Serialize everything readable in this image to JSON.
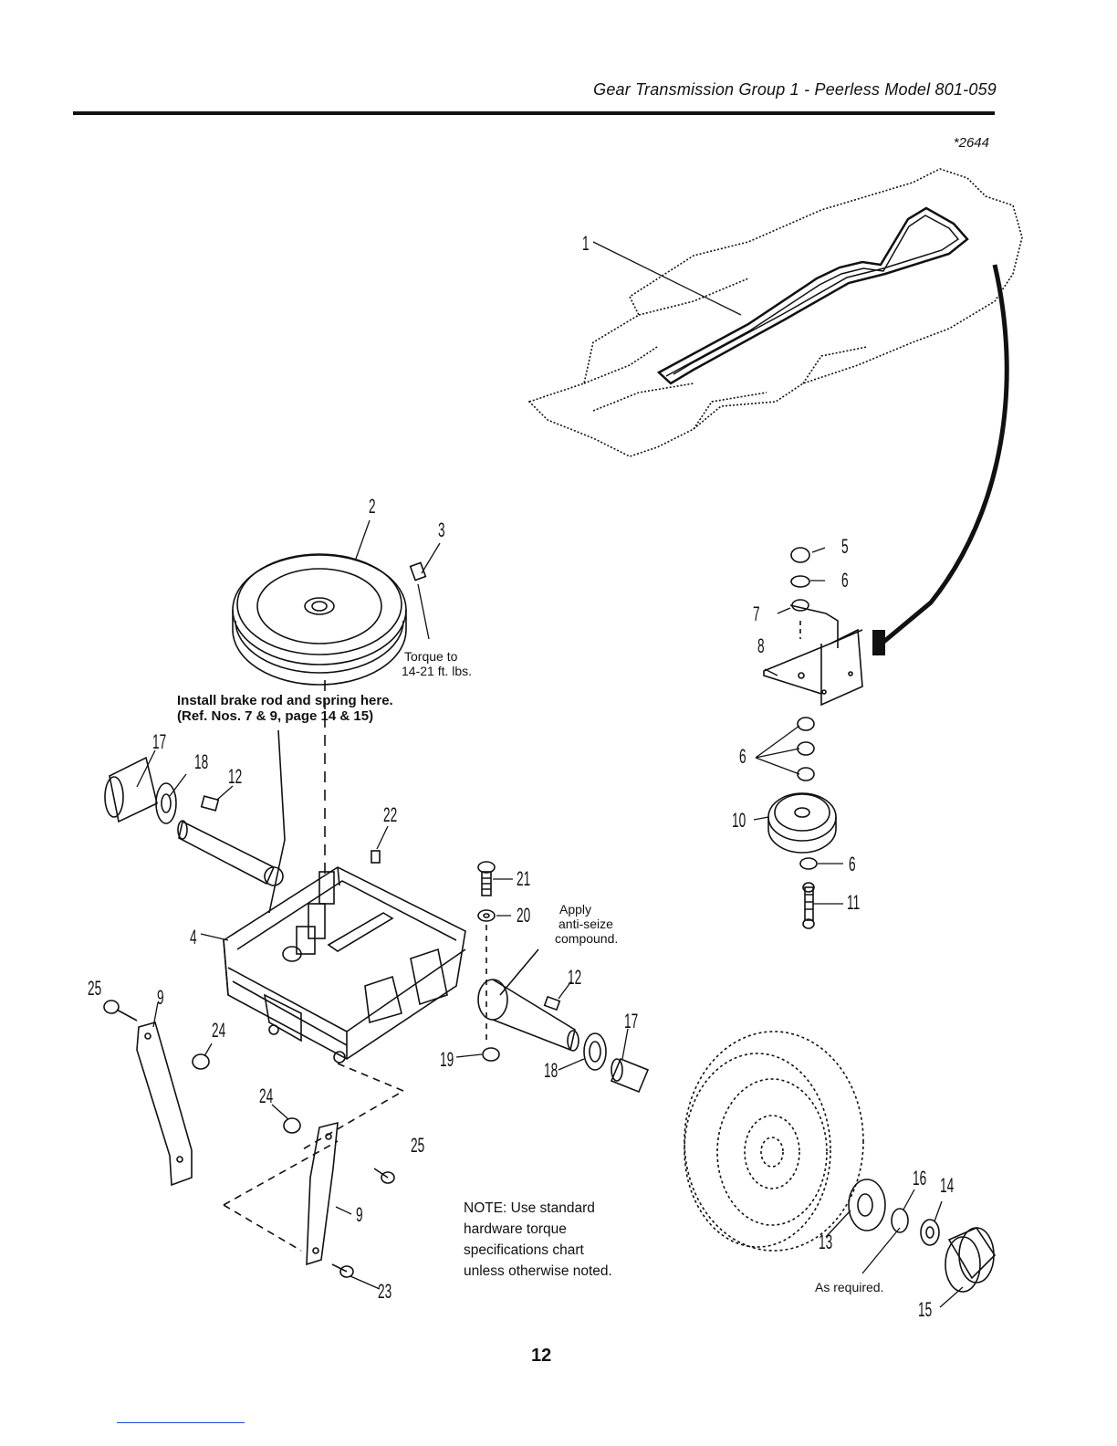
{
  "header": {
    "title": "Gear Transmission Group 1 - Peerless Model 801-059"
  },
  "figure_id": "*2644",
  "callouts": [
    "1",
    "2",
    "3",
    "4",
    "5",
    "6",
    "6",
    "6",
    "7",
    "8",
    "9",
    "9",
    "10",
    "11",
    "12",
    "12",
    "13",
    "14",
    "15",
    "16",
    "17",
    "17",
    "18",
    "18",
    "19",
    "20",
    "21",
    "22",
    "23",
    "24",
    "24",
    "25",
    "25"
  ],
  "notes": {
    "torque_line1": "Torque to",
    "torque_line2": "14-21 ft. lbs.",
    "brake_line1": "Install brake rod and spring here.",
    "brake_line2": "(Ref. Nos. 7 & 9, page 14 & 15)",
    "antiseize_line1": "Apply",
    "antiseize_line2": "anti-seize",
    "antiseize_line3": "compound.",
    "as_required": "As required.",
    "hardware_line1": "NOTE:  Use standard",
    "hardware_line2": "hardware torque",
    "hardware_line3": "specifications chart",
    "hardware_line4": "unless otherwise noted."
  },
  "page_number": "12"
}
